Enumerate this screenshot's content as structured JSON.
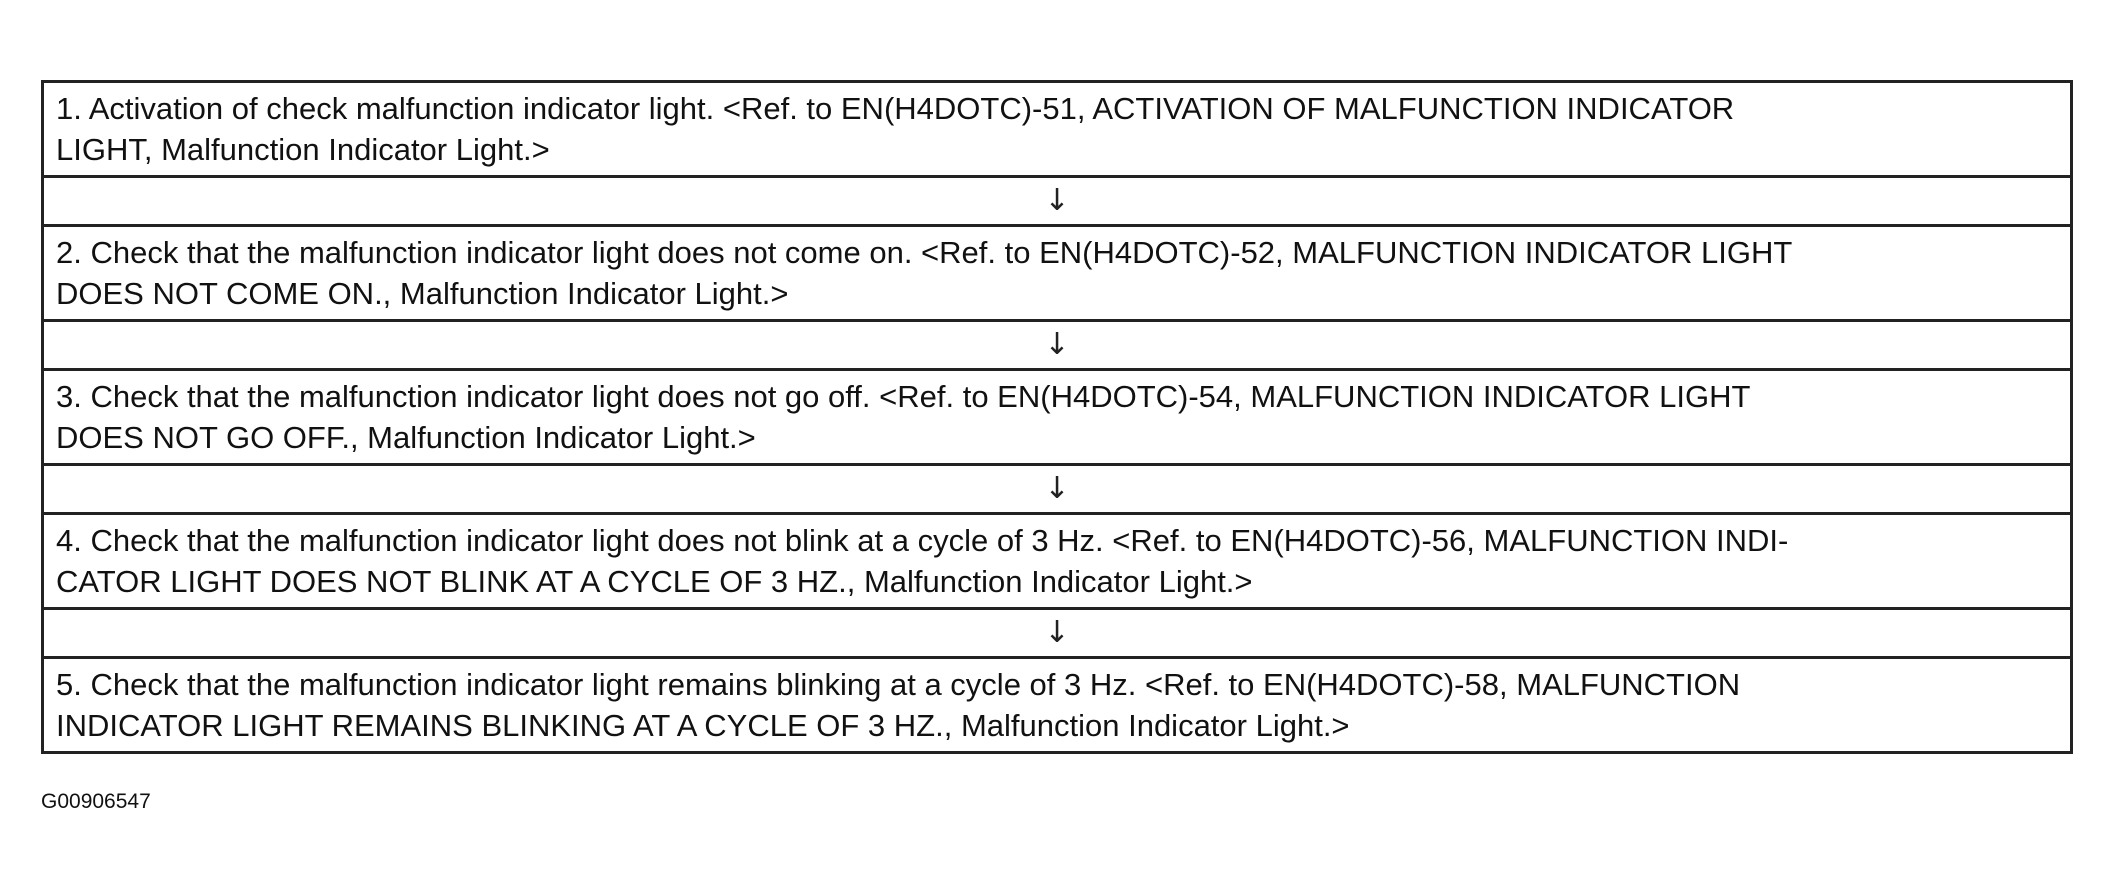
{
  "flowchart": {
    "arrow_glyph": "↓",
    "steps": [
      {
        "line1": "1.   Activation of check malfunction indicator light. <Ref. to EN(H4DOTC)-51, ACTIVATION OF MALFUNCTION INDICATOR",
        "line2": "LIGHT, Malfunction Indicator Light.>"
      },
      {
        "line1": "2.   Check that the malfunction indicator light does not come on. <Ref. to EN(H4DOTC)-52, MALFUNCTION INDICATOR LIGHT",
        "line2": "DOES NOT COME ON., Malfunction Indicator Light.>"
      },
      {
        "line1": "3.   Check that the malfunction indicator light does not go off. <Ref. to EN(H4DOTC)-54, MALFUNCTION INDICATOR LIGHT",
        "line2": "DOES NOT GO OFF., Malfunction Indicator Light.>"
      },
      {
        "line1": "4.   Check that the malfunction indicator light does not blink at a cycle of 3 Hz. <Ref. to EN(H4DOTC)-56, MALFUNCTION INDI-",
        "line2": "CATOR LIGHT DOES NOT BLINK AT A CYCLE OF 3 HZ., Malfunction Indicator Light.>"
      },
      {
        "line1": "5.   Check that the malfunction indicator light remains blinking at a cycle of 3 Hz. <Ref. to EN(H4DOTC)-58, MALFUNCTION",
        "line2": "INDICATOR LIGHT REMAINS BLINKING AT A CYCLE OF 3 HZ., Malfunction Indicator Light.>"
      }
    ]
  },
  "figure_id": "G00906547"
}
